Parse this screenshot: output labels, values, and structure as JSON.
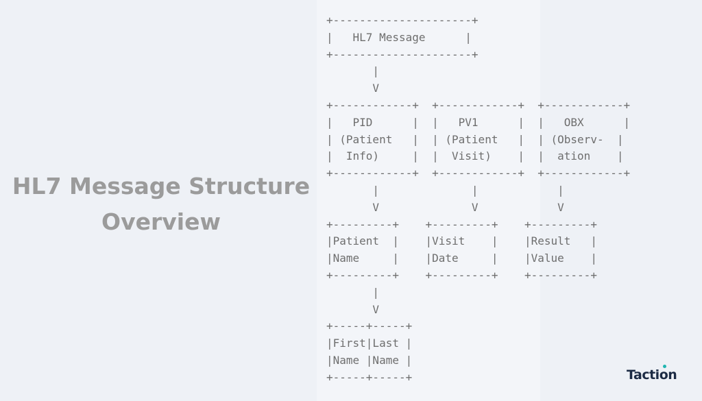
{
  "title": {
    "lines": [
      "HL7 Message Structure",
      "Overview"
    ]
  },
  "diagram": {
    "lines": [
      "+---------------------+",
      "|   HL7 Message      |",
      "+---------------------+",
      "       |",
      "       V",
      "+------------+  +------------+  +------------+",
      "|   PID      |  |   PV1      |  |   OBX      |",
      "| (Patient   |  | (Patient   |  | (Observ-  |",
      "|  Info)     |  |  Visit)    |  |  ation    |",
      "+------------+  +------------+  +------------+",
      "       |              |            |",
      "       V              V            V",
      "+---------+    +---------+    +---------+",
      "|Patient  |    |Visit    |    |Result   |",
      "|Name     |    |Date     |    |Value    |",
      "+---------+    +---------+    +---------+",
      "       |",
      "       V",
      "+-----+-----+",
      "|First|Last |",
      "|Name |Name |",
      "+-----+-----+"
    ]
  },
  "logo": {
    "text": "Taction",
    "accent_color": "#1fb5b0",
    "text_color": "#1c2b44"
  }
}
